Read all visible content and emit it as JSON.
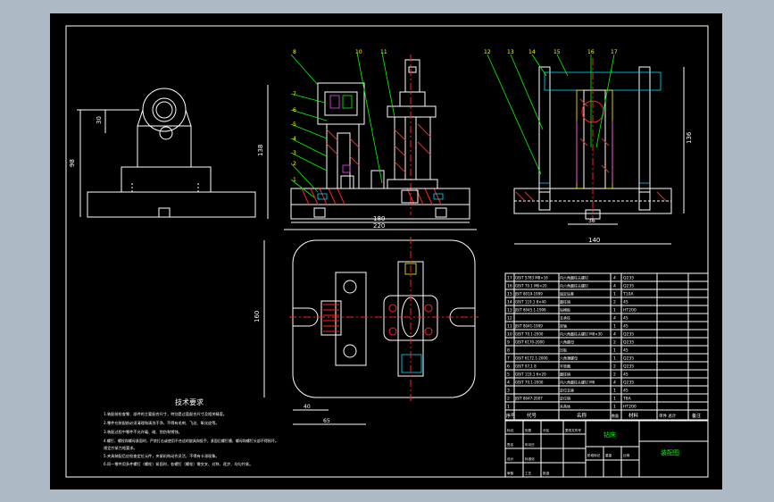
{
  "drawing": {
    "dimensions": {
      "left_view_h": "98",
      "left_view_small": "30",
      "front_height": "138",
      "front_width_inner": "180",
      "front_width_outer": "220",
      "side_height": "136",
      "side_width": "140",
      "side_center": "36",
      "plan_height": "160",
      "plan_width_a": "40",
      "plan_width_b": "65"
    },
    "balloons_front": [
      "1",
      "2",
      "3",
      "4",
      "5",
      "6",
      "7",
      "8",
      "10",
      "11"
    ],
    "balloons_side": [
      "12",
      "13",
      "14",
      "15",
      "16",
      "17"
    ],
    "tech_requirements": {
      "title": "技术要求",
      "lines": [
        "1.装配前检查零、部件的主要配合尺寸，特别是过盈配合尺寸及相关精度。",
        "2.零件在装配前必须清理和清洗干净，不得有毛刺、飞边、氧化皮等。",
        "3.装配过程中零件不允许磕、碰、划伤和锈蚀。",
        "4.螺钉、螺栓和螺母紧固时，严禁打击或使用不合适的旋具和扳手，紧固后螺钉槽、螺母和螺钉头部不得损坏。",
        "   规定拧紧力矩要求。",
        "5.夹具装配后应检查定位元件，夹紧机构动作灵活，不得有卡滞现象。",
        "6.同一零件用多件螺钉（螺栓）紧固时，各螺钉（螺栓）需交叉、对称、逐步、均匀拧紧。"
      ]
    },
    "bom": {
      "rows": [
        {
          "no": "17",
          "code": "GB/T 5783 M8×16",
          "name": "内六角圆柱头螺钉",
          "qty": "4",
          "material": "Q235"
        },
        {
          "no": "16",
          "code": "GB/T 70.1 M6×20",
          "name": "内六角圆柱头螺钉",
          "qty": "4",
          "material": "Q235"
        },
        {
          "no": "15",
          "code": "JB/T 8019-1999",
          "name": "固定钻套",
          "qty": "1",
          "material": "T10A"
        },
        {
          "no": "14",
          "code": "GB/T 119.1 8×40",
          "name": "圆柱销",
          "qty": "2",
          "material": "45"
        },
        {
          "no": "13",
          "code": "JB/T 8045.1-1999",
          "name": "钻模板",
          "qty": "1",
          "material": "HT200"
        },
        {
          "no": "12",
          "code": "",
          "name": "支承柱",
          "qty": "4",
          "material": "45"
        },
        {
          "no": "11",
          "code": "JB/T 8041-1999",
          "name": "转轴",
          "qty": "1",
          "material": "45"
        },
        {
          "no": "10",
          "code": "GB/T 70.1-2000",
          "name": "内六角圆柱头螺钉 M8×30",
          "qty": "4",
          "material": "Q235"
        },
        {
          "no": "9",
          "code": "GB/T 6170-2000",
          "name": "六角螺母",
          "qty": "2",
          "material": "Q235"
        },
        {
          "no": "8",
          "code": "",
          "name": "压板",
          "qty": "1",
          "material": "45"
        },
        {
          "no": "7",
          "code": "GB/T 6172.1-2000",
          "name": "六角薄螺母",
          "qty": "1",
          "material": "Q235"
        },
        {
          "no": "6",
          "code": "GB/T 97.1 8",
          "name": "平垫圈",
          "qty": "2",
          "material": "Q235"
        },
        {
          "no": "5",
          "code": "GB/T 119.1 6×20",
          "name": "圆柱销",
          "qty": "2",
          "material": "45"
        },
        {
          "no": "4",
          "code": "GB/T 70.1-2000",
          "name": "内六角圆柱头螺钉 M6",
          "qty": "4",
          "material": "Q235"
        },
        {
          "no": "3",
          "code": "",
          "name": "定位支座",
          "qty": "1",
          "material": "45"
        },
        {
          "no": "2",
          "code": "JB/T 8047-2007",
          "name": "定位销",
          "qty": "1",
          "material": "T8A"
        },
        {
          "no": "1",
          "code": "",
          "name": "夹具体",
          "qty": "1",
          "material": "HT200"
        }
      ],
      "header": {
        "no": "序号",
        "code": "代号",
        "name": "名称",
        "qty": "数量",
        "material": "材料",
        "weight": "单件 总计",
        "note": "备注"
      }
    },
    "title_block": {
      "drawing_name": "装配图",
      "design": "钻床",
      "labels": [
        "标记",
        "处数",
        "分区",
        "更改文件号",
        "签名",
        "年月日",
        "设计",
        "标准化",
        "审核",
        "工艺",
        "批准",
        "阶段标记",
        "重量",
        "比例"
      ]
    }
  }
}
